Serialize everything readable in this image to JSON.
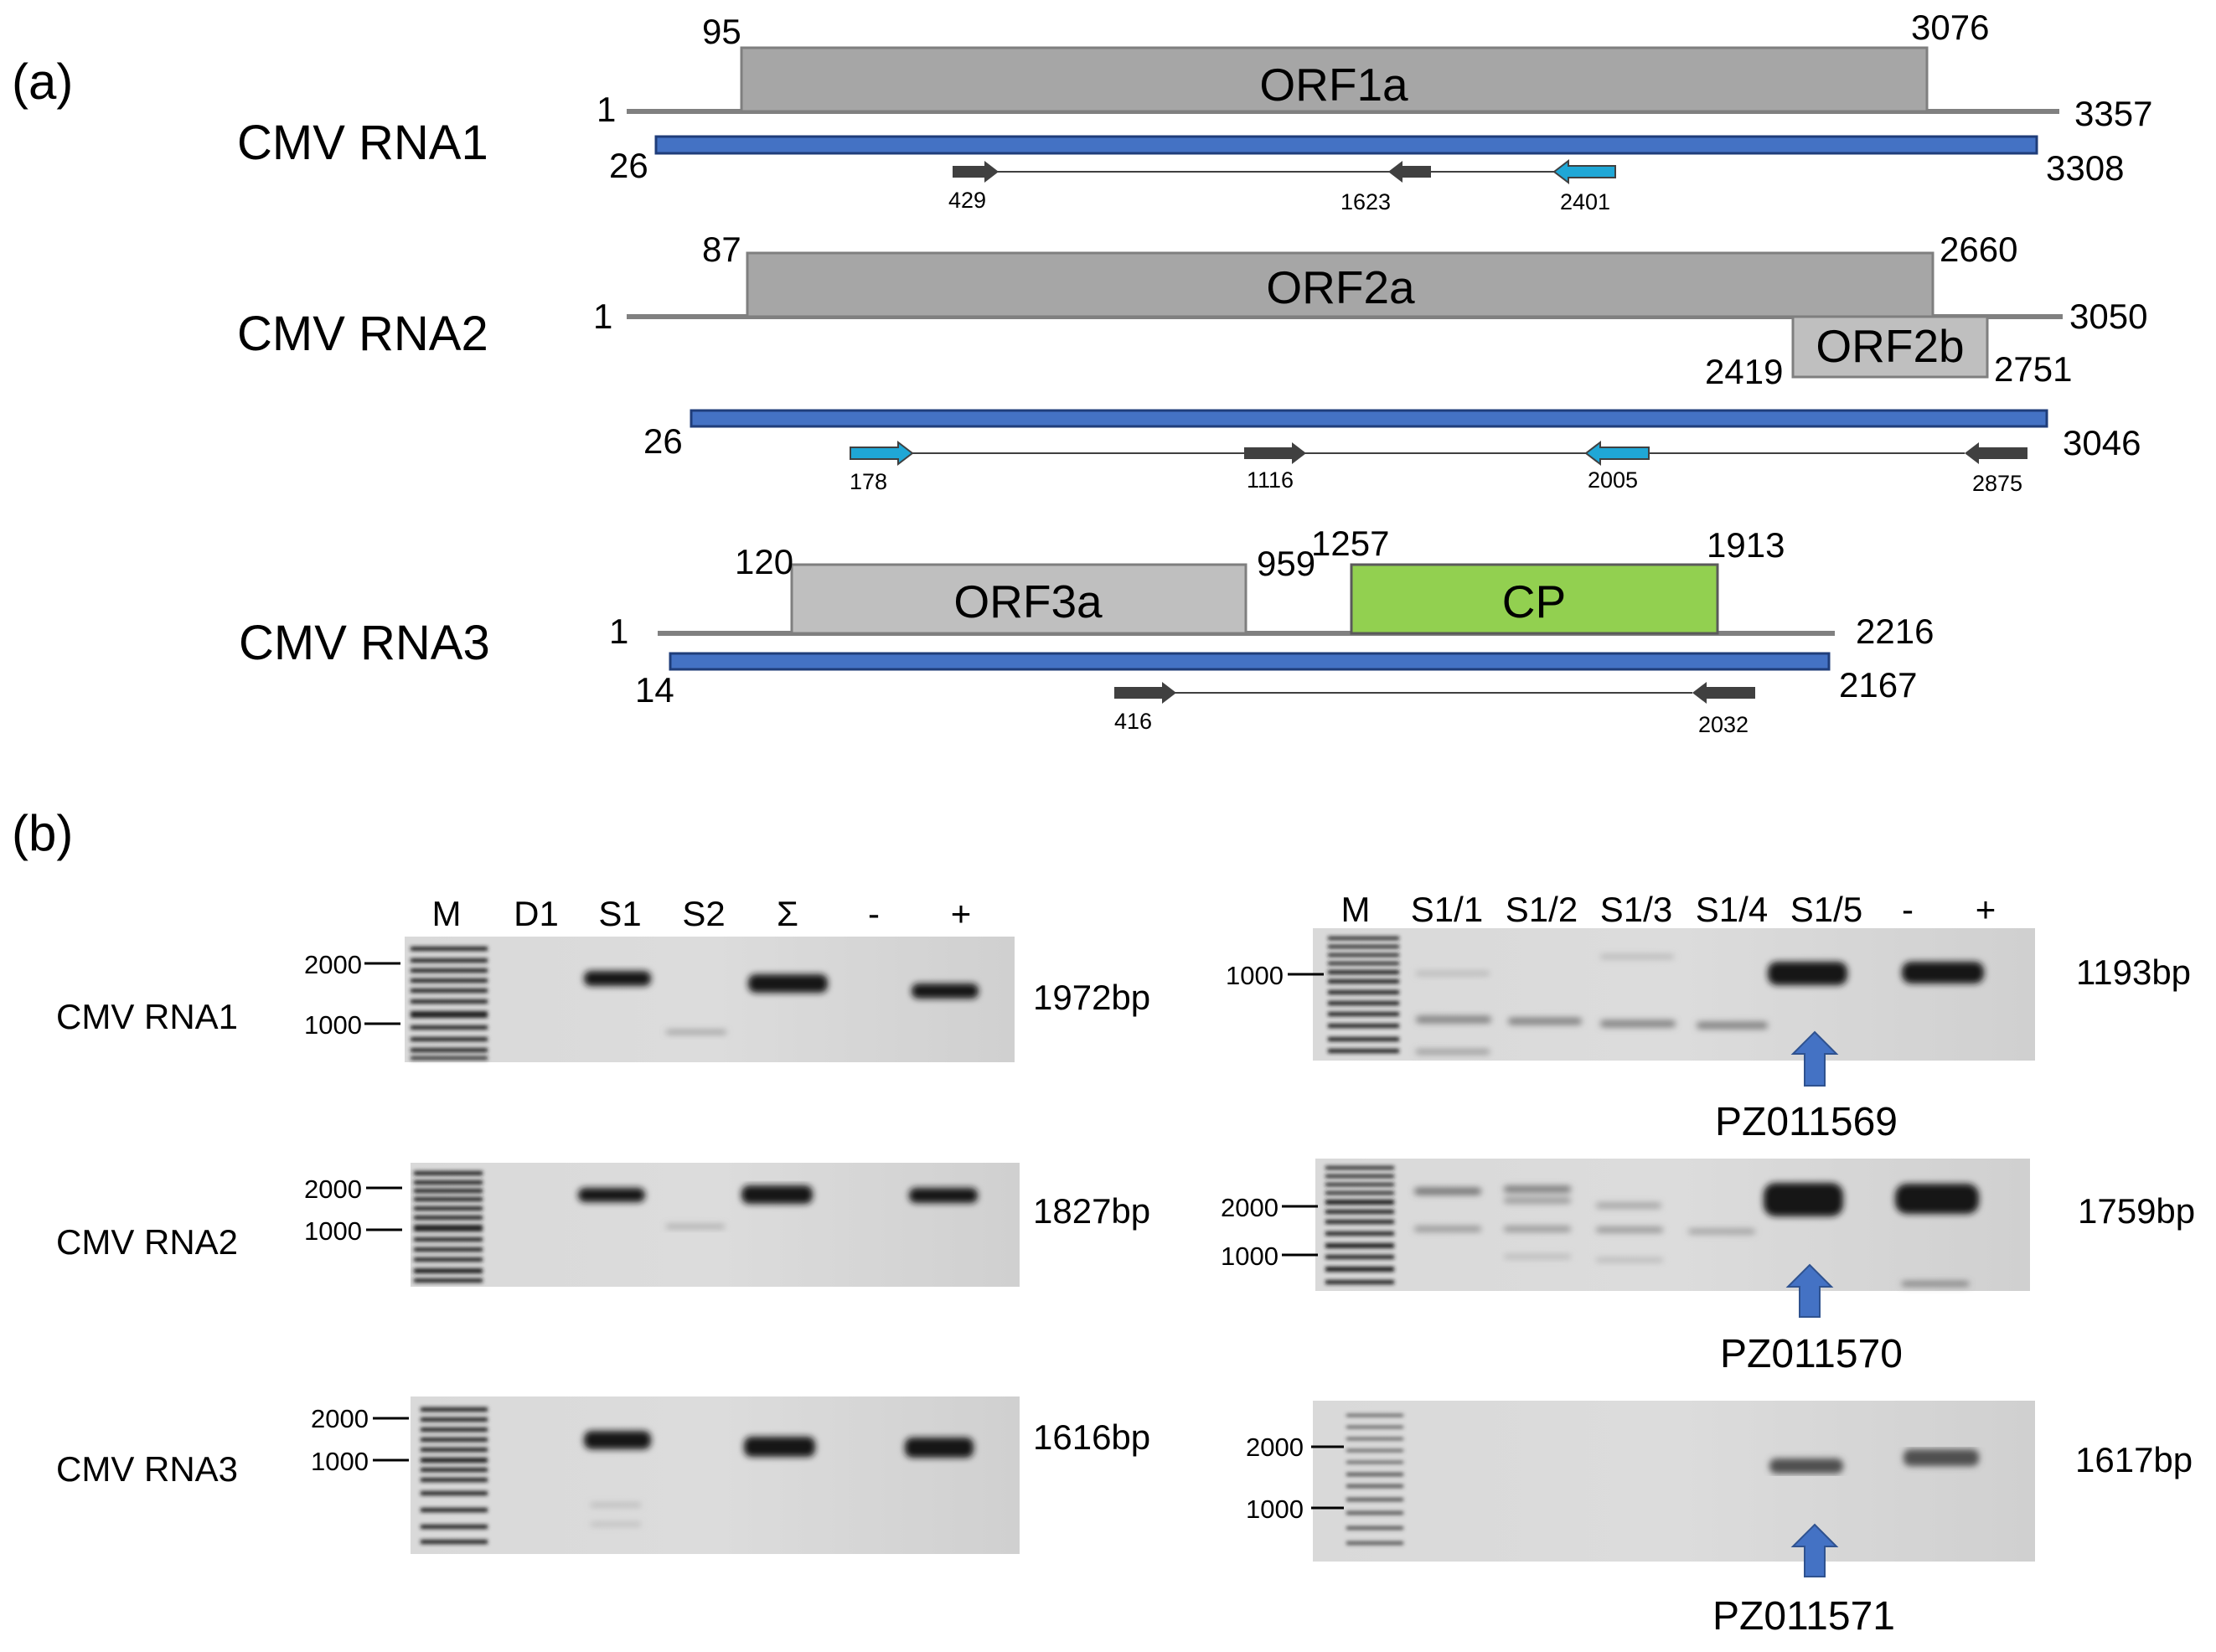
{
  "panel_a": {
    "label": "(a)",
    "rna1": {
      "name": "CMV RNA1",
      "start": "1",
      "end": "3357",
      "orf1a": {
        "label": "ORF1a",
        "start": "95",
        "end": "3076"
      },
      "amplicon": {
        "start": "26",
        "end": "3308"
      },
      "primers": [
        "429",
        "1623",
        "2401"
      ]
    },
    "rna2": {
      "name": "CMV RNA2",
      "start": "1",
      "end": "3050",
      "orf2a": {
        "label": "ORF2a",
        "start": "87",
        "end": "2660"
      },
      "orf2b": {
        "label": "ORF2b",
        "start": "2419",
        "end": "2751"
      },
      "amplicon": {
        "start": "26",
        "end": "3046"
      },
      "primers": [
        "178",
        "1116",
        "2005",
        "2875"
      ]
    },
    "rna3": {
      "name": "CMV RNA3",
      "start": "1",
      "end": "2216",
      "orf3a": {
        "label": "ORF3a",
        "start": "120",
        "end": "959"
      },
      "cp": {
        "label": "CP",
        "start": "1257",
        "end": "1913"
      },
      "amplicon": {
        "start": "14",
        "end": "2167"
      },
      "primers": [
        "416",
        "2032"
      ]
    }
  },
  "panel_b": {
    "label": "(b)",
    "left": {
      "lanes": [
        "M",
        "D1",
        "S1",
        "S2",
        "Σ",
        "-",
        "+"
      ],
      "rows": [
        {
          "name": "CMV RNA1",
          "size": "1972bp",
          "ladder": [
            "2000",
            "1000"
          ]
        },
        {
          "name": "CMV RNA2",
          "size": "1827bp",
          "ladder": [
            "2000",
            "1000"
          ]
        },
        {
          "name": "CMV RNA3",
          "size": "1616bp",
          "ladder": [
            "2000",
            "1000"
          ]
        }
      ]
    },
    "right": {
      "lanes": [
        "M",
        "S1/1",
        "S1/2",
        "S1/3",
        "S1/4",
        "S1/5",
        "-",
        "+"
      ],
      "rows": [
        {
          "size": "1193bp",
          "accession": "PZ011569",
          "ladder": [
            "1000"
          ]
        },
        {
          "size": "1759bp",
          "accession": "PZ011570",
          "ladder": [
            "2000",
            "1000"
          ]
        },
        {
          "size": "1617bp",
          "accession": "PZ011571",
          "ladder": [
            "2000",
            "1000"
          ]
        }
      ]
    }
  },
  "colors": {
    "genome_line": "#808080",
    "orf_dark": "#a6a6a6",
    "orf_light": "#bfbfbf",
    "cp": "#92d050",
    "amplicon": "#4472c4",
    "primer_dark": "#404040",
    "primer_light": "#1fa7d6",
    "gel_bg": "#d6d6d6",
    "band": "#141414",
    "arrow": "#4472c4"
  }
}
